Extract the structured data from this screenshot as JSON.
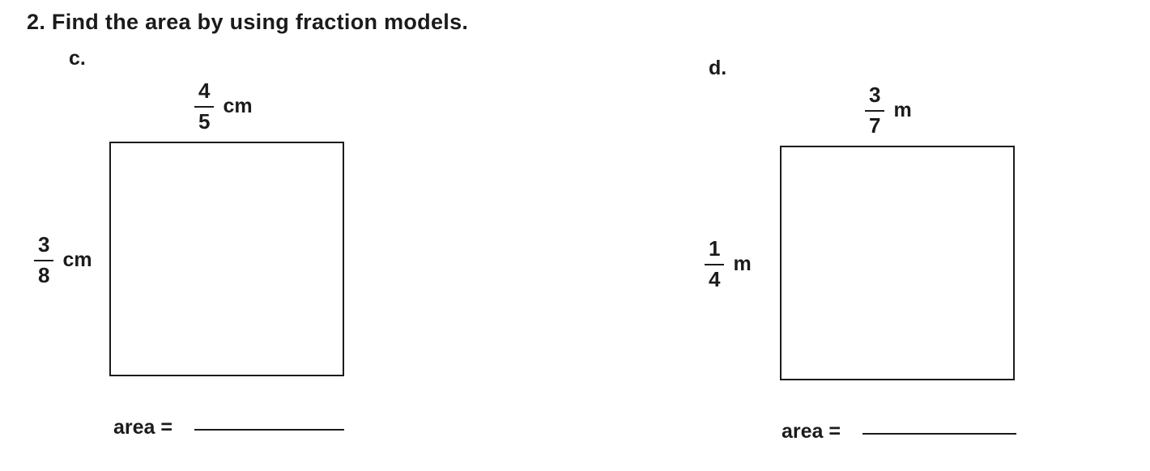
{
  "title": "2. Find the area by using fraction models.",
  "problems": [
    {
      "label": "c.",
      "width_dim": {
        "num": "4",
        "den": "5",
        "unit": "cm"
      },
      "height_dim": {
        "num": "3",
        "den": "8",
        "unit": "cm"
      },
      "area_label": "area ="
    },
    {
      "label": "d.",
      "width_dim": {
        "num": "3",
        "den": "7",
        "unit": "m"
      },
      "height_dim": {
        "num": "1",
        "den": "4",
        "unit": "m"
      },
      "area_label": "area ="
    }
  ]
}
